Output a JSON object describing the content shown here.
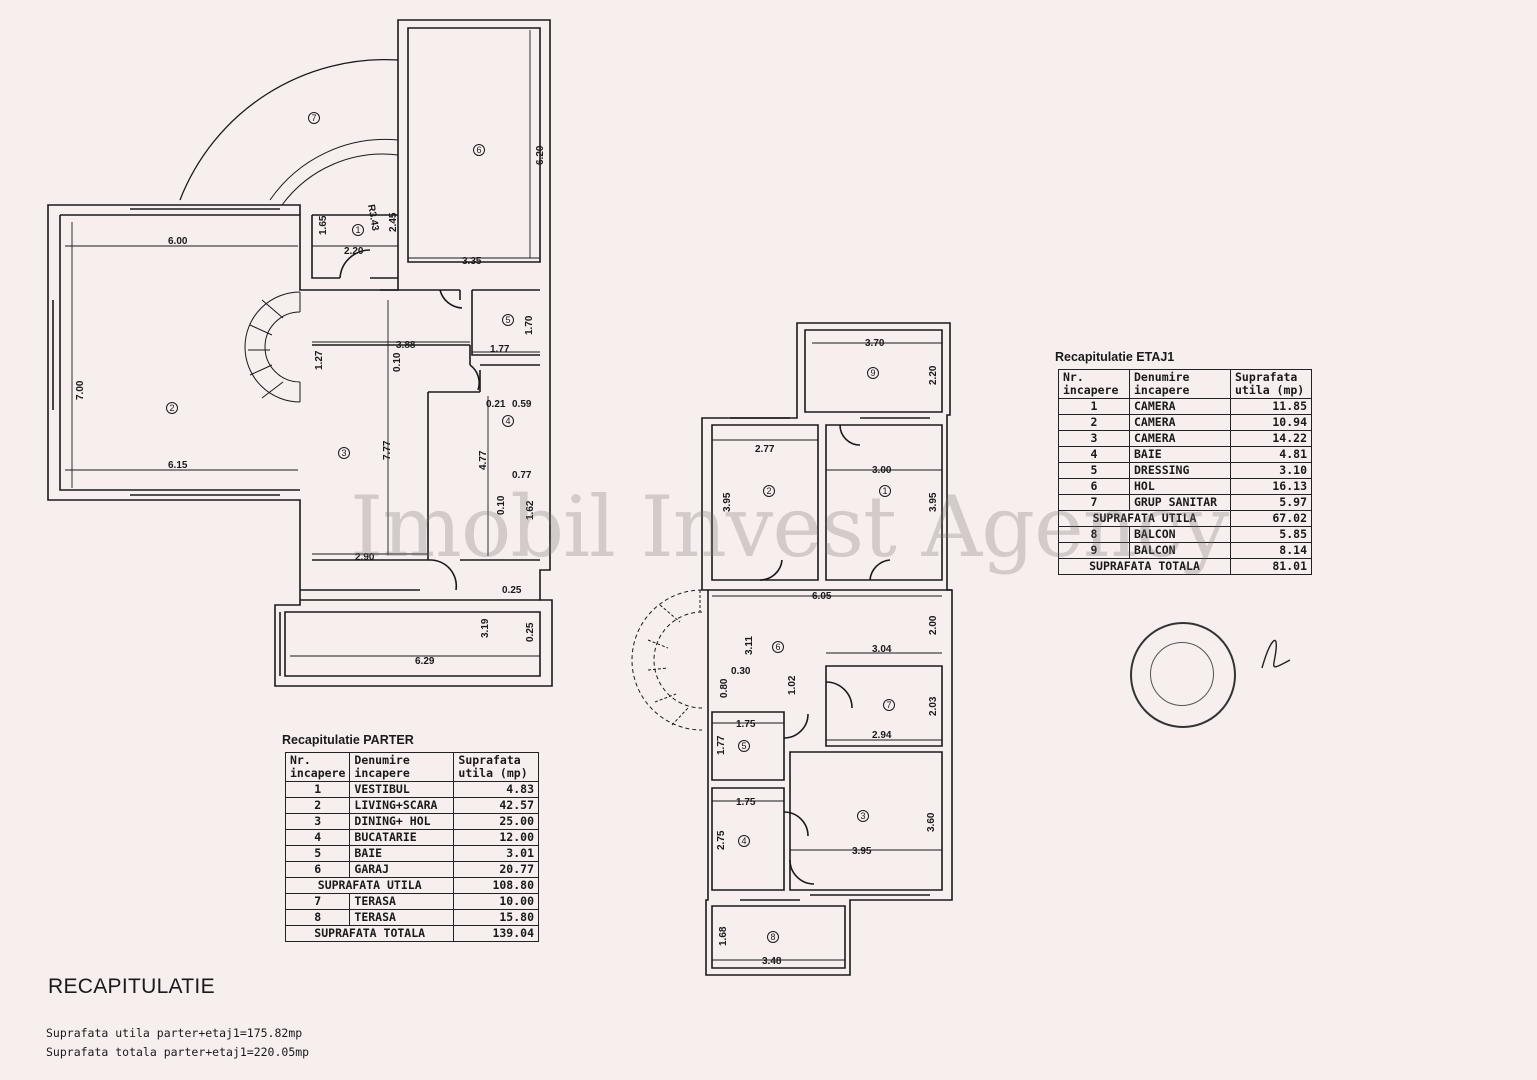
{
  "watermark": "Imobil Invest Agency",
  "ground_floor": {
    "room_markers": [
      "1",
      "2",
      "3",
      "4",
      "5",
      "6",
      "7"
    ],
    "dimensions": [
      "6.00",
      "7.00",
      "6.15",
      "2.20",
      "1.65",
      "2.45",
      "R3.43",
      "3.35",
      "6.20",
      "3.88",
      "1.27",
      "0.10",
      "7.77",
      "1.70",
      "1.77",
      "0.21",
      "0.59",
      "4.77",
      "0.77",
      "0.10",
      "1.62",
      "2.90",
      "0.25",
      "0.25",
      "3.19",
      "6.29"
    ],
    "table": {
      "title": "Recapitulatie PARTER",
      "headers": [
        "Nr. incapere",
        "Denumire incapere",
        "Suprafata utila (mp)"
      ],
      "rows": [
        {
          "nr": "1",
          "name": "VESTIBUL",
          "area": "4.83"
        },
        {
          "nr": "2",
          "name": "LIVING+SCARA",
          "area": "42.57"
        },
        {
          "nr": "3",
          "name": "DINING+ HOL",
          "area": "25.00"
        },
        {
          "nr": "4",
          "name": "BUCATARIE",
          "area": "12.00"
        },
        {
          "nr": "5",
          "name": "BAIE",
          "area": "3.01"
        },
        {
          "nr": "6",
          "name": "GARAJ",
          "area": "20.77"
        }
      ],
      "subtotal": {
        "label": "SUPRAFATA UTILA",
        "area": "108.80"
      },
      "extra_rows": [
        {
          "nr": "7",
          "name": "TERASA",
          "area": "10.00"
        },
        {
          "nr": "8",
          "name": "TERASA",
          "area": "15.80"
        }
      ],
      "total": {
        "label": "SUPRAFATA TOTALA",
        "area": "139.04"
      }
    }
  },
  "upper_floor": {
    "room_markers": [
      "1",
      "2",
      "3",
      "4",
      "5",
      "6",
      "7",
      "8",
      "9"
    ],
    "dimensions": [
      "3.70",
      "2.20",
      "2.77",
      "3.00",
      "3.95",
      "3.95",
      "6.05",
      "2.00",
      "3.11",
      "0.30",
      "1.02",
      "0.80",
      "3.04",
      "2.03",
      "2.94",
      "1.75",
      "1.77",
      "1.75",
      "2.75",
      "3.95",
      "3.60",
      "1.68",
      "3.48"
    ],
    "table": {
      "title": "Recapitulatie ETAJ1",
      "headers": [
        "Nr. incapere",
        "Denumire incapere",
        "Suprafata utila (mp)"
      ],
      "rows": [
        {
          "nr": "1",
          "name": "CAMERA",
          "area": "11.85"
        },
        {
          "nr": "2",
          "name": "CAMERA",
          "area": "10.94"
        },
        {
          "nr": "3",
          "name": "CAMERA",
          "area": "14.22"
        },
        {
          "nr": "4",
          "name": "BAIE",
          "area": "4.81"
        },
        {
          "nr": "5",
          "name": "DRESSING",
          "area": "3.10"
        },
        {
          "nr": "6",
          "name": "HOL",
          "area": "16.13"
        },
        {
          "nr": "7",
          "name": "GRUP SANITAR",
          "area": "5.97"
        }
      ],
      "subtotal": {
        "label": "SUPRAFATA UTILA",
        "area": "67.02"
      },
      "extra_rows": [
        {
          "nr": "8",
          "name": "BALCON",
          "area": "5.85"
        },
        {
          "nr": "9",
          "name": "BALCON",
          "area": "8.14"
        }
      ],
      "total": {
        "label": "SUPRAFATA TOTALA",
        "area": "81.01"
      }
    }
  },
  "recap": {
    "title": "RECAPITULATIE",
    "line1": "Suprafata utila parter+etaj1=175.82mp",
    "line2": "Suprafata totala parter+etaj1=220.05mp"
  }
}
